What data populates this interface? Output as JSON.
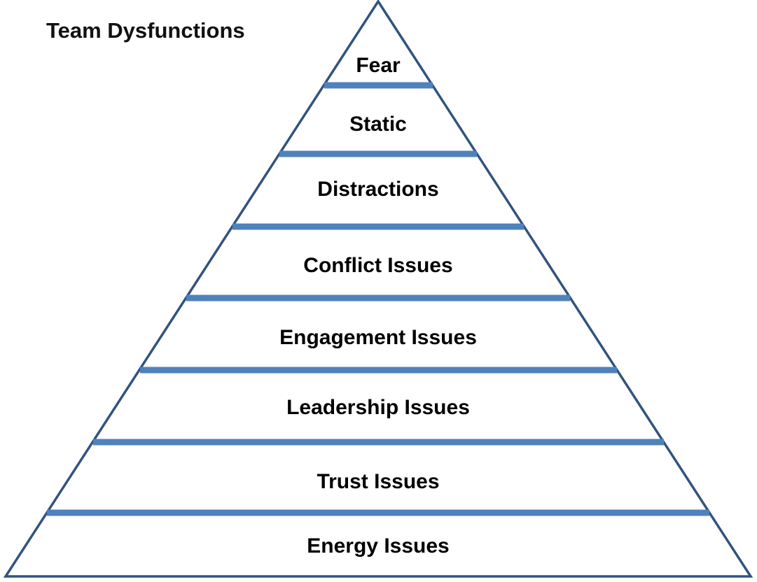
{
  "title": "Team Dysfunctions",
  "colors": {
    "outline": "#31537E",
    "divider": "#4F81BD",
    "label": "#000000",
    "background": "#FFFFFF"
  },
  "pyramid": {
    "type": "pyramid",
    "levels": [
      {
        "label": "Fear"
      },
      {
        "label": "Static"
      },
      {
        "label": "Distractions"
      },
      {
        "label": "Conflict Issues"
      },
      {
        "label": "Engagement Issues"
      },
      {
        "label": "Leadership Issues"
      },
      {
        "label": "Trust Issues"
      },
      {
        "label": "Energy Issues"
      }
    ]
  }
}
